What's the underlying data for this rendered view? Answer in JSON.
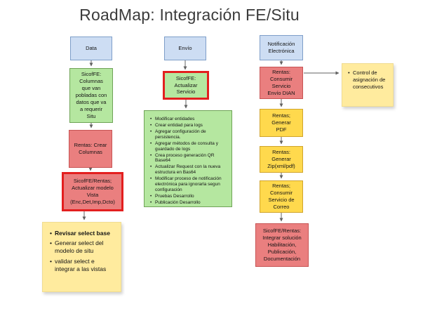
{
  "title": "RoadMap: Integración FE/Situ",
  "colors": {
    "blue_fill": "#cdddf3",
    "blue_border": "#7e9ec9",
    "green_fill": "#b5e7a0",
    "green_border": "#6fa357",
    "red_fill": "#ea7f7f",
    "red_border": "#c75454",
    "yellow_fill": "#ffd94d",
    "yellow_border": "#d1a42b",
    "sticky_fill": "#ffeb9e",
    "emphasis_border": "#e31f1f",
    "arrow": "#616161"
  },
  "nodes": {
    "data": {
      "label": "Data"
    },
    "envio": {
      "label": "Envío"
    },
    "notificacion": {
      "label": "Notificación\nElectrónica"
    },
    "sicoffe_columnas": {
      "label": "SicofFE:\nColumnas\nque van\npobladas con\ndatos que va\na requerir\nSitu"
    },
    "actualizar_servicio": {
      "label": "SicofFE:\nActualizar\nServicio"
    },
    "consumir_dian": {
      "label": "Rentas:\nConsumir\nServicio\nEnvío DIAN"
    },
    "crear_columnas": {
      "label": "Rentas: Crear\nColumnas"
    },
    "generar_pdf": {
      "label": "Rentas;\nGenerar\nPDF"
    },
    "modelo_vista": {
      "label": "SicofFE/Rentas;\nActualizar modelo\nVista\n(Enc,Det,Imp,Dcto)"
    },
    "generar_zip": {
      "label": "Rentas:\nGenerar\nZip(xml/pdf)"
    },
    "consumir_correo": {
      "label": "Rentas;\nConsumir\nServicio de\nCorreo"
    },
    "integrar": {
      "label": "SicofFE/Rentas:\nIntegrar solución\nHabilitación,\nPublicación,\nDocumentación"
    }
  },
  "tasks": {
    "items": [
      "Modificar entidades",
      "Crear entidad para logs",
      "Agregar configuración de persistencia.",
      "Agregar métodos de consulta y guardado de logs",
      "Crea proceso generación QR Base64",
      "Actualizar Request con la nueva estructura en Bas64",
      "Modificar proceso de notificación electrónica para ignorarla segun configuración",
      "Pruebas Desarrollo",
      "Publicación Desarrollo"
    ]
  },
  "notes": {
    "consecutivos": {
      "items": [
        "Control de asignación de consecutivos"
      ]
    },
    "selects": {
      "items": [
        "Revisar select base",
        "Generar select del modelo de situ",
        "validar select e integrar a las vistas"
      ]
    }
  }
}
